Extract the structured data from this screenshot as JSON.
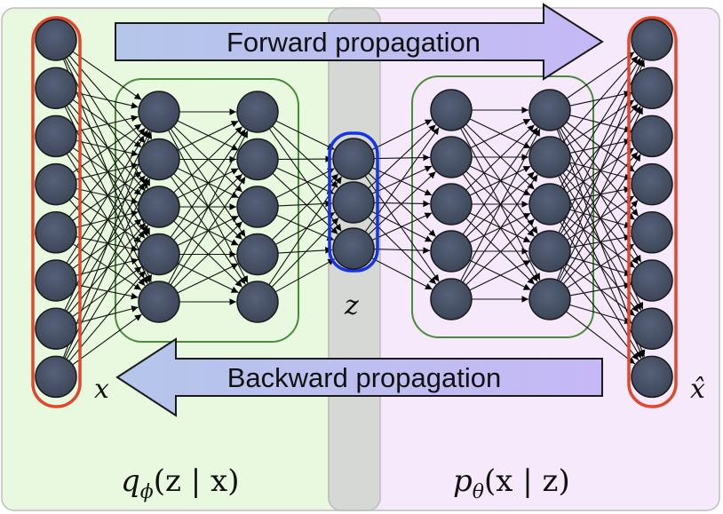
{
  "diagram": {
    "forward_label": "Forward propagation",
    "backward_label": "Backward propagation",
    "input_label": "x",
    "output_label": "x̂",
    "latent_label": "z",
    "encoder_label": {
      "q": "q",
      "phi": "ϕ",
      "rest": "(z | x)"
    },
    "decoder_label": {
      "p": "p",
      "theta": "θ",
      "rest": "(x | z)"
    }
  },
  "network": {
    "layers": [
      8,
      5,
      5,
      3,
      5,
      5,
      8
    ],
    "encoder_color": "#e6f9dd",
    "decoder_color": "#f6e9fb",
    "latent_color": "#c7cfc6",
    "node_color": "#4a5466",
    "io_outline_color": "#e0472c",
    "latent_outline_color": "#1434e6",
    "hidden_group_color": "#4a8a3a",
    "arrow_fill": "#b4c4ee",
    "arrow_fill_right": "#c8b8f6"
  }
}
